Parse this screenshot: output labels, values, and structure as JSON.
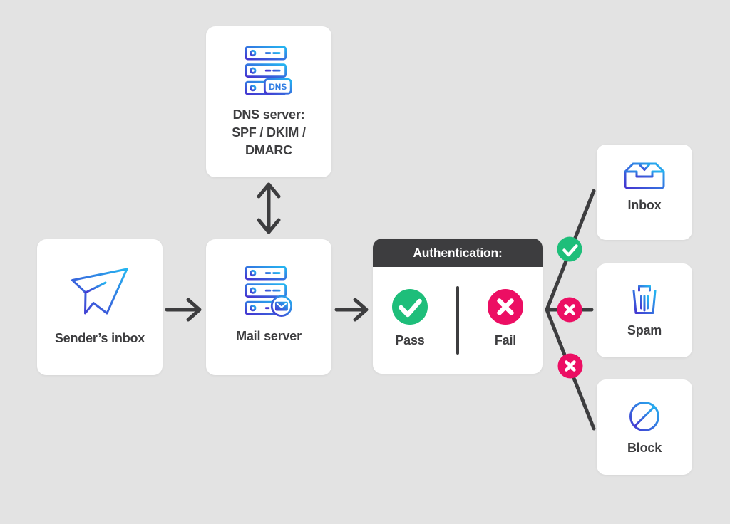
{
  "colors": {
    "background": "#e3e3e3",
    "card": "#ffffff",
    "dark": "#3d3d3f",
    "pass_green": "#1ebe7a",
    "fail_pink": "#ec0e63",
    "icon_gradient_start": "#4533d0",
    "icon_gradient_end": "#24b6f1",
    "dns_badge_text": "#2e7ce3"
  },
  "nodes": {
    "sender": {
      "label": "Sender’s inbox",
      "icon": "paper-plane-icon"
    },
    "dns": {
      "label_lines": [
        "DNS server:",
        "SPF / DKIM /",
        "DMARC"
      ],
      "badge": "DNS",
      "icon": "dns-server-icon"
    },
    "mail": {
      "label": "Mail server",
      "icon": "mail-server-icon"
    },
    "auth": {
      "header": "Authentication:",
      "pass": "Pass",
      "fail": "Fail",
      "pass_icon": "check-circle-icon",
      "fail_icon": "x-circle-icon"
    },
    "inbox": {
      "label": "Inbox",
      "icon": "inbox-tray-icon"
    },
    "spam": {
      "label": "Spam",
      "icon": "trash-icon"
    },
    "block": {
      "label": "Block",
      "icon": "block-slash-icon"
    }
  },
  "branches": [
    {
      "result": "pass",
      "badge_icon": "check-icon",
      "target": "Inbox"
    },
    {
      "result": "fail",
      "badge_icon": "x-icon",
      "target": "Spam"
    },
    {
      "result": "fail",
      "badge_icon": "x-icon",
      "target": "Block"
    }
  ]
}
